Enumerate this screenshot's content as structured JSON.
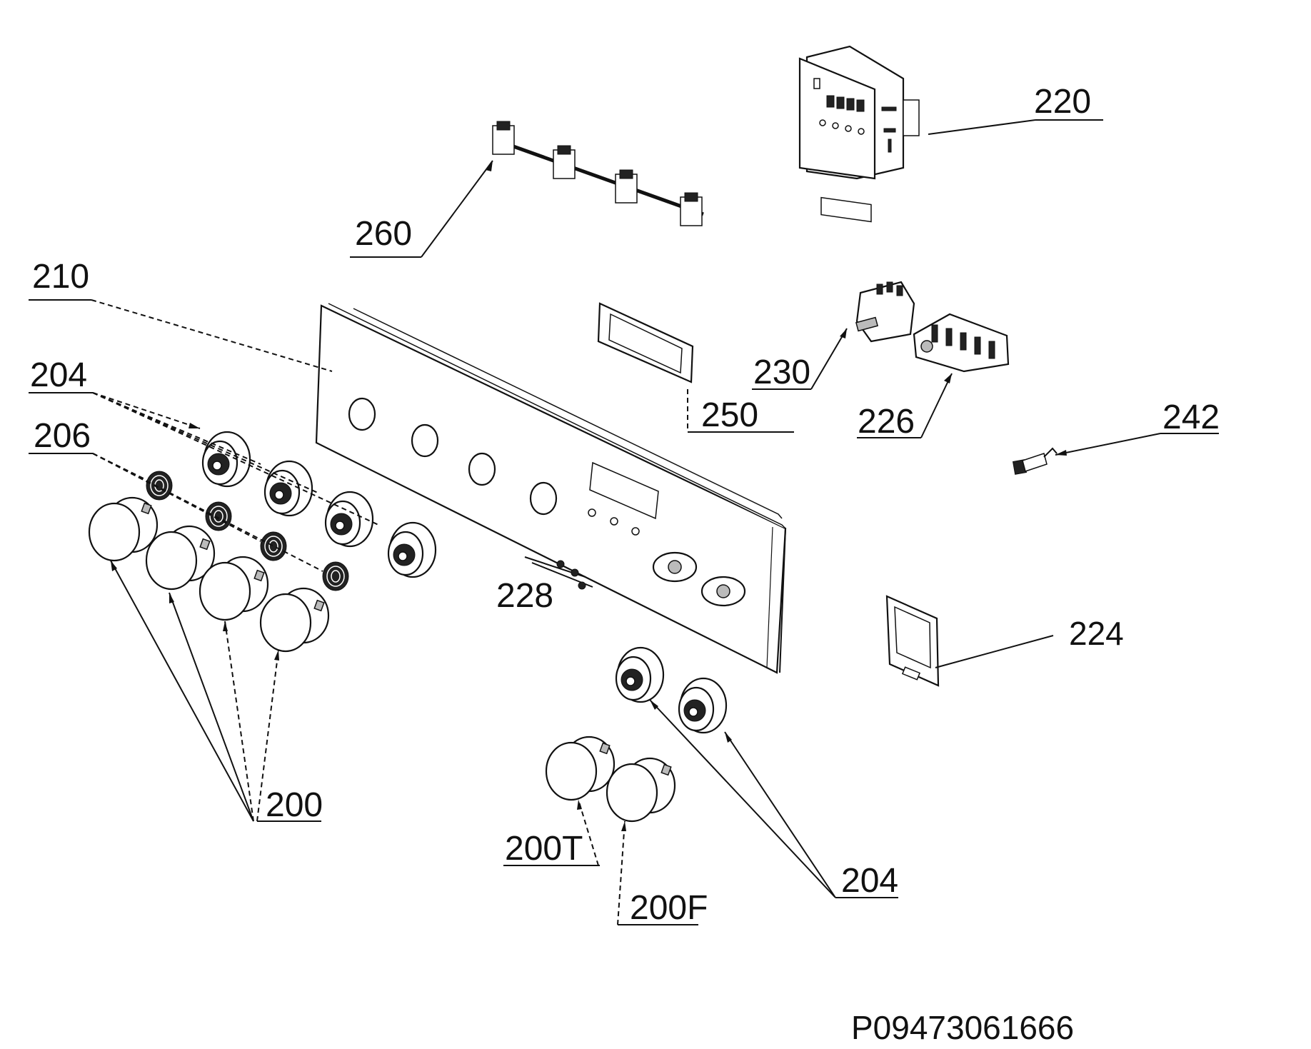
{
  "labels": {
    "l220": "220",
    "l260": "260",
    "l210": "210",
    "l204_top": "204",
    "l206": "206",
    "l230": "230",
    "l250": "250",
    "l226": "226",
    "l242": "242",
    "l228": "228",
    "l224": "224",
    "l200": "200",
    "l200T": "200T",
    "l200F": "200F",
    "l204_bottom": "204"
  },
  "drawing_number": "P09473061666"
}
